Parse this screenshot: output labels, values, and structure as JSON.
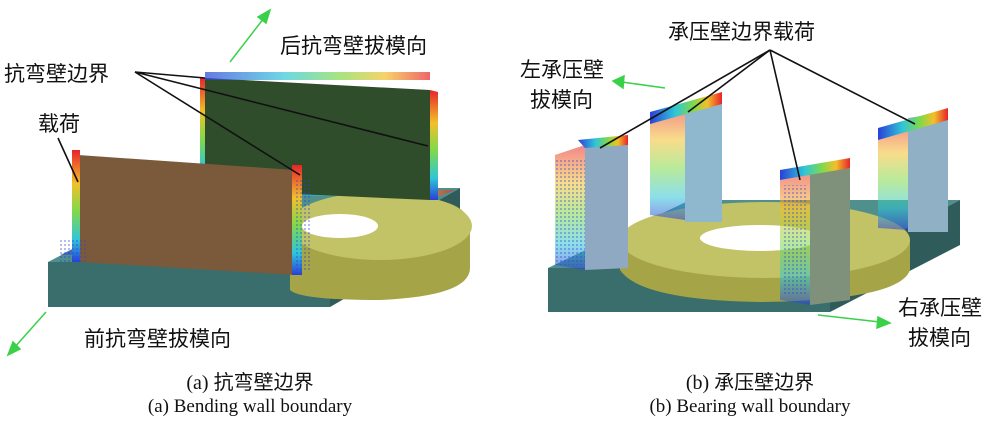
{
  "panel_a": {
    "labels": {
      "back_draft": "后抗弯壁拔模向",
      "wall_boundary": "抗弯壁边界",
      "load": "载荷",
      "front_draft": "前抗弯壁拔模向"
    },
    "caption_cn": "(a) 抗弯壁边界",
    "caption_en": "(a) Bending wall boundary"
  },
  "panel_b": {
    "labels": {
      "wall_load": "承压壁边界载荷",
      "left_draft_l1": "左承压壁",
      "left_draft_l2": "拔模向",
      "right_draft_l1": "右承压壁",
      "right_draft_l2": "拔模向"
    },
    "caption_cn": "(b) 承压壁边界",
    "caption_en": "(b) Bearing wall boundary"
  },
  "colors": {
    "base_plate": "#3a6e6c",
    "ring": "#b4b454",
    "back_wall": "#2f4d2b",
    "front_wall": "#7a5a3a",
    "bearing_wall": "#8fa9c3",
    "arrow": "#3ad14a",
    "stress_hot": "#e8232a"
  }
}
